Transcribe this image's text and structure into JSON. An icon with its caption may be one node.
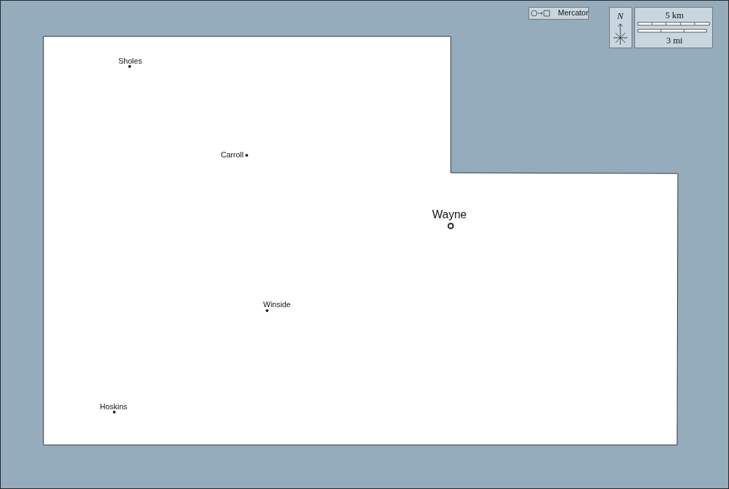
{
  "diagram": {
    "labels": [
      "Mercator",
      "N",
      "5 km",
      "3 mi",
      "Sholes",
      "Carroll",
      "Wayne",
      "Winside",
      "Hoskins"
    ]
  }
}
